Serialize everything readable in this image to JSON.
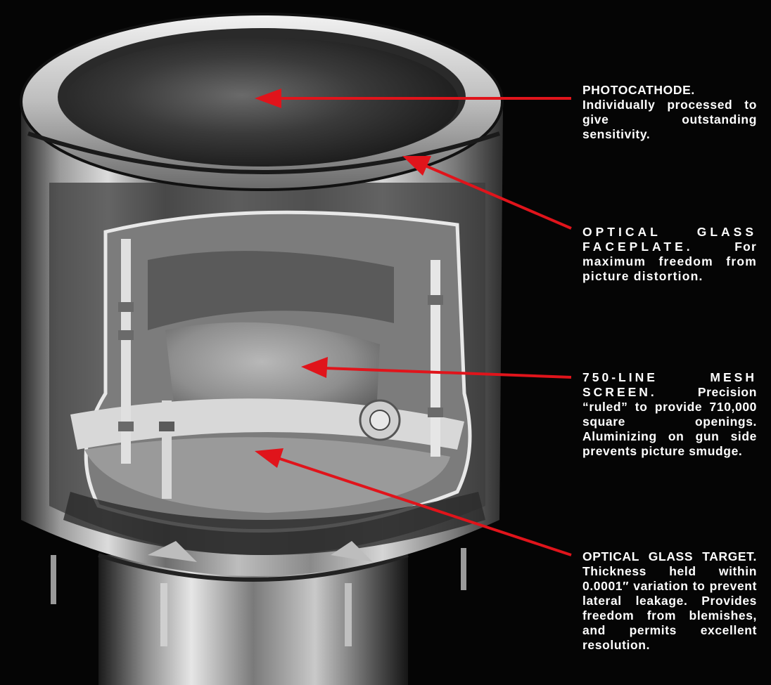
{
  "callouts": [
    {
      "heading": "PHOTOCATHODE.",
      "text": "Individually processed to give outstanding sensitivity."
    },
    {
      "heading": "OPTICAL GLASS FACEPLATE.",
      "text": "For maximum freedom from picture distortion."
    },
    {
      "heading": "750-LINE MESH SCREEN.",
      "text": "Precision “ruled” to provide 710,000 square openings. Aluminizing on gun side prevents picture smudge."
    },
    {
      "heading": "OPTICAL GLASS TARGET.",
      "text": "Thickness held within 0.0001″ variation to prevent lateral leakage. Provides freedom from blemishes, and permits excellent resolution."
    }
  ],
  "colors": {
    "background": "#050505",
    "arrow": "#e0141b",
    "label_text": "#ffffff"
  },
  "illustration": "image-orthicon-tube-cutaway"
}
